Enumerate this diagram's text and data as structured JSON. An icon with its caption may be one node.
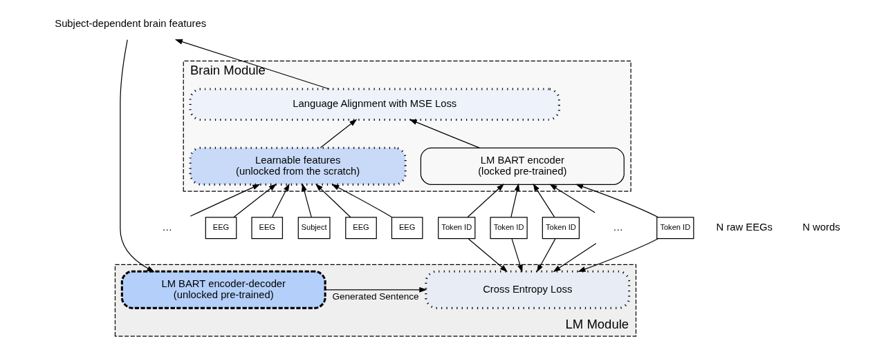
{
  "diagram": {
    "nodes": [
      {
        "text": [
          "Brain Module"
        ]
      },
      {
        "text": [
          "Language Alignment with MSE Loss"
        ],
        "in": 0
      },
      {
        "text": [
          "Learnable features",
          "(unlocked from the scratch)"
        ],
        "in": 0
      },
      {
        "text": [
          "LM BART encoder",
          "(locked pre-trained)"
        ],
        "in": 0
      },
      {
        "text": [
          "EEG"
        ]
      },
      {
        "text": [
          "EEG"
        ]
      },
      {
        "text": [
          "…"
        ]
      },
      {
        "text": [
          "EEG"
        ]
      },
      {
        "text": [
          "EEG"
        ]
      },
      {
        "text": [
          "Subject"
        ]
      },
      {
        "text": [
          "Token ID"
        ]
      },
      {
        "text": [
          "Token ID"
        ]
      },
      {
        "text": [
          "…"
        ]
      },
      {
        "text": [
          "Token ID"
        ]
      },
      {
        "text": [
          "Token ID"
        ]
      },
      {
        "text": [
          "Subject-dependent brain features"
        ]
      },
      {
        "text": [
          "LM Module"
        ]
      },
      {
        "text": [
          "Cross Entropy Loss"
        ],
        "in": 16
      },
      {
        "text": [
          "LM BART encoder-decoder",
          "(unlocked pre-trained)"
        ],
        "in": 16
      }
    ],
    "edges": [
      {
        "from": 4,
        "to": 2,
        "arrow": "to"
      },
      {
        "from": 5,
        "to": 2,
        "arrow": "to"
      },
      {
        "from": 6,
        "to": 2,
        "arrow": "to"
      },
      {
        "from": 7,
        "to": 2,
        "arrow": "to"
      },
      {
        "from": 8,
        "to": 2,
        "arrow": "to"
      },
      {
        "from": 9,
        "to": 2,
        "arrow": "to"
      },
      {
        "from": 2,
        "to": 1,
        "arrow": "to"
      },
      {
        "from": 3,
        "to": 1,
        "arrow": "to"
      },
      {
        "from": 10,
        "to": 3,
        "arrow": "to"
      },
      {
        "from": 11,
        "to": 3,
        "arrow": "to"
      },
      {
        "from": 12,
        "to": 3,
        "arrow": "to"
      },
      {
        "from": 13,
        "to": 3,
        "arrow": "to"
      },
      {
        "from": 14,
        "to": 3,
        "arrow": "to"
      },
      {
        "from": 1,
        "to": 15,
        "arrow": "to"
      },
      {
        "from": 10,
        "to": 17,
        "arrow": "to"
      },
      {
        "from": 11,
        "to": 17,
        "arrow": "to"
      },
      {
        "from": 12,
        "to": 17,
        "arrow": "to"
      },
      {
        "from": 13,
        "to": 17,
        "arrow": "to"
      },
      {
        "from": 14,
        "to": 17,
        "arrow": "to"
      },
      {
        "from": 15,
        "to": 18,
        "arrow": "to"
      },
      {
        "from": 18,
        "to": 17,
        "label": "Generated Sentence",
        "arrow": "to"
      }
    ],
    "labels": [
      "N raw EEGs",
      "N words"
    ]
  }
}
